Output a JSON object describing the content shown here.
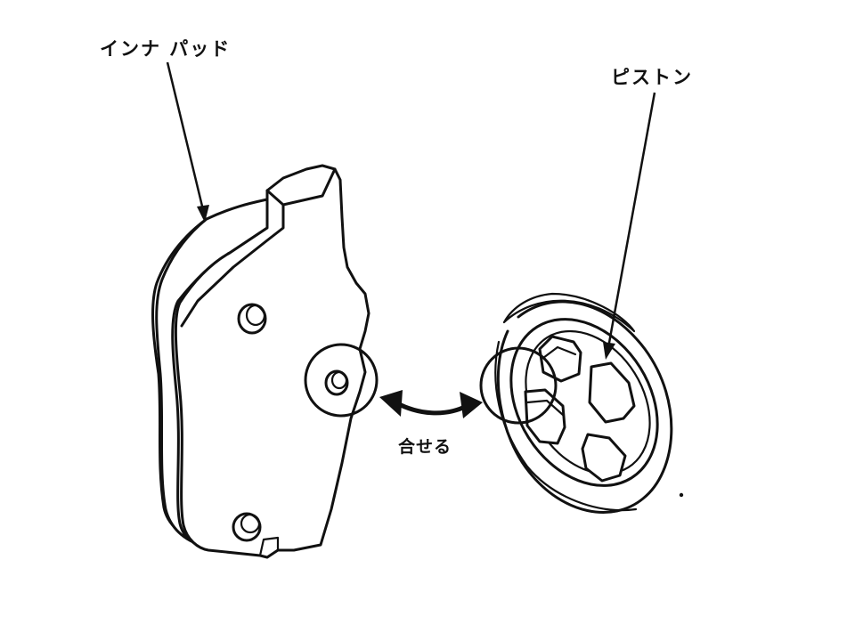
{
  "labels": {
    "inner_pad": "インナ パッド",
    "piston": "ピストン",
    "align": "合せる"
  },
  "colors": {
    "line": "#111111",
    "background": "#ffffff"
  }
}
